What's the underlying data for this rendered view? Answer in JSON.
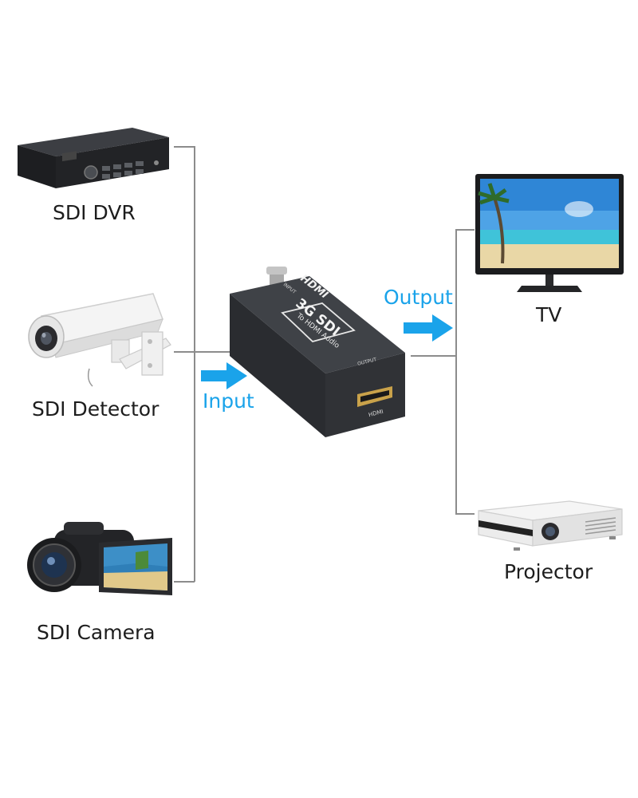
{
  "sources": [
    {
      "id": "dvr",
      "label": "SDI DVR",
      "icon": "dvr-icon"
    },
    {
      "id": "detector",
      "label": "SDI Detector",
      "icon": "security-camera-icon"
    },
    {
      "id": "camera",
      "label": "SDI Camera",
      "icon": "camcorder-icon"
    }
  ],
  "outputs": [
    {
      "id": "tv",
      "label": "TV",
      "icon": "monitor-icon"
    },
    {
      "id": "projector",
      "label": "Projector",
      "icon": "projector-icon"
    }
  ],
  "flow": {
    "input_label": "Input",
    "output_label": "Output"
  },
  "converter": {
    "icon": "converter-box-icon",
    "hdmi_logo": "HDMI",
    "model": "3G SDI",
    "subtitle": "To HDMI Audio",
    "port_label": "HDMI",
    "input_text": "INPUT",
    "output_text": "OUTPUT"
  },
  "colors": {
    "accent": "#1aa3ea",
    "line": "#8c8c8c",
    "device_dark": "#2a2c30",
    "device_light": "#f2f2f2"
  }
}
